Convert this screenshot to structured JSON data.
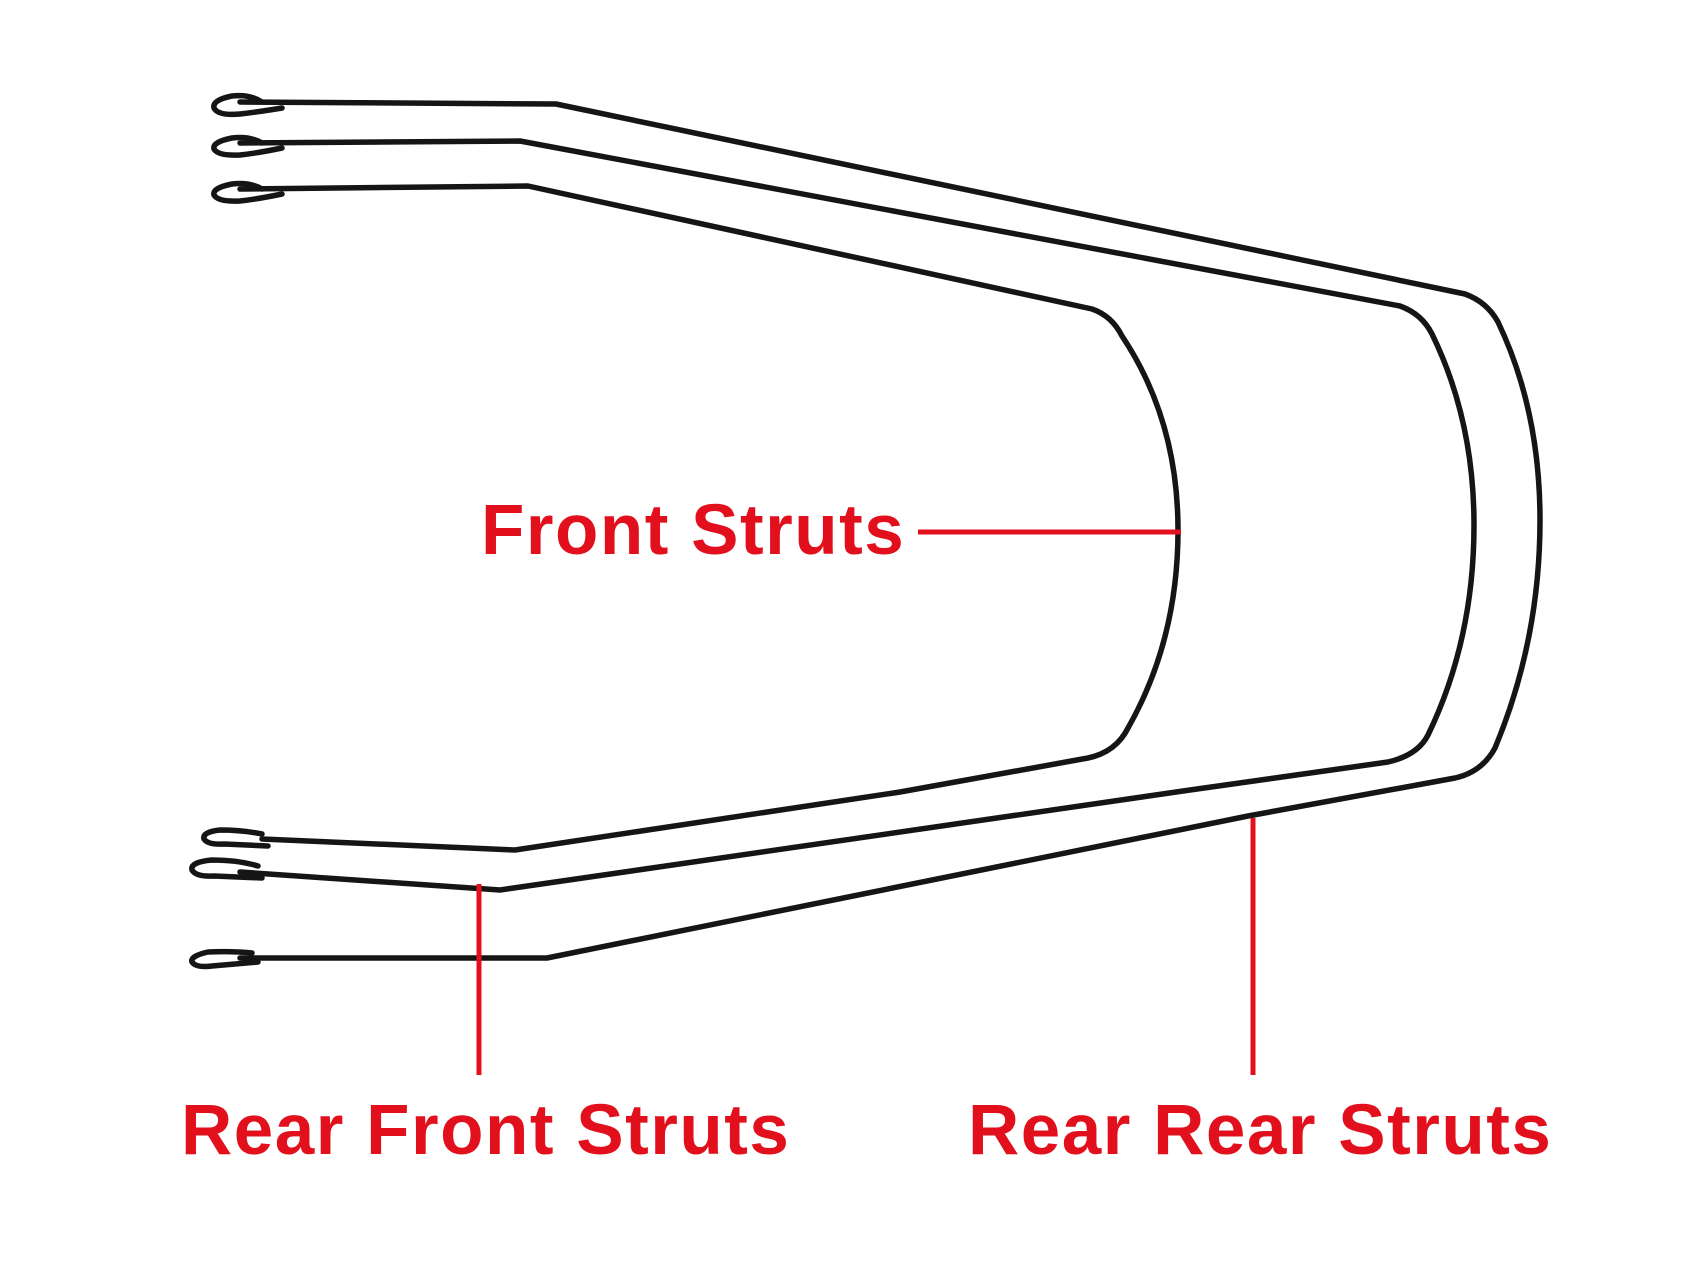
{
  "colors": {
    "background": "#ffffff",
    "strut": "#151515",
    "label": "#e2101d"
  },
  "labels": {
    "front_struts": "Front Struts",
    "rear_front_struts": "Rear Front Struts",
    "rear_rear_struts": "Rear Rear Struts"
  }
}
